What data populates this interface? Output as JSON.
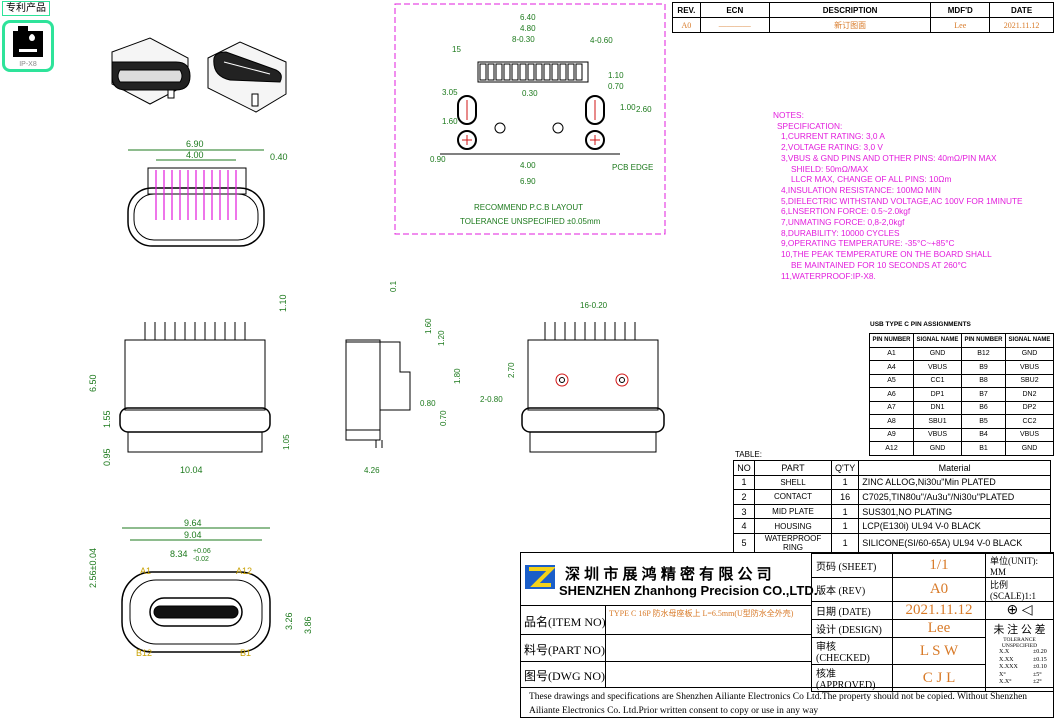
{
  "badge": {
    "label": "专利产品",
    "icon": "waterproof-ip-x8-icon",
    "color": "#2ee39a"
  },
  "revision_table": {
    "headers": [
      "REV.",
      "ECN",
      "DESCRIPTION",
      "MDF'D",
      "DATE"
    ],
    "rows": [
      {
        "rev": "A0",
        "ecn": "————",
        "description": "新订图面",
        "mdfd": "Lee",
        "date": "2021.11.12"
      }
    ]
  },
  "views": {
    "front_dims": [
      "6.90",
      "4.00",
      "0.40"
    ],
    "pcb_dims": [
      "6.40",
      "4.80",
      "8-0.30",
      "4-0.60",
      "15",
      "1.10",
      "0.70",
      "3.05",
      "0.30",
      "1.60",
      "1.00",
      "2.60",
      "0.90",
      "4.00",
      "6.90"
    ],
    "pcb_edge": "PCB EDGE",
    "layout_title": "RECOMMEND P.C.B LAYOUT",
    "tolerance": "TOLERANCE UNSPECIFIED ±0.05mm",
    "side_dims": [
      "1.10",
      "6.50",
      "1.55",
      "0.95",
      "10.04"
    ],
    "profile_dims": [
      "0.1",
      "1.60",
      "1.20",
      "1.80",
      "0.80",
      "1.05",
      "0.70",
      "4.26"
    ],
    "rear_dims": [
      "16-0.20",
      "2.70",
      "2-0.80"
    ],
    "bottom_dims": [
      "9.64",
      "9.04",
      "8.34",
      "+0.06",
      "-0.02",
      "2.56±0.04",
      "3.26",
      "3.86",
      "A1",
      "A12",
      "B12",
      "B1"
    ]
  },
  "notes": {
    "title": "NOTES:",
    "lines": [
      "SPECIFICATION:",
      "1,CURRENT RATING: 3,0 A",
      "2,VOLTAGE RATING: 3,0 V",
      "3,VBUS & GND PINS AND OTHER PINS: 40mΩ/PIN MAX",
      "SHIELD: 50mΩ/MAX",
      "LLCR MAX, CHANGE OF ALL PINS: 10Ωm",
      "4,INSULATION RESISTANCE:  100MΩ MIN",
      "5,DIELECTRIC WITHSTAND VOLTAGE,AC 100V FOR 1MINUTE",
      "6,LNSERTION FORCE: 0.5~2.0kgf",
      "7,UNMATING FORCE: 0,8-2,0kgf",
      "8,DURABILITY: 10000 CYCLES",
      "9,OPERATING TEMPERATURE: -35°C~+85°C",
      "10,THE PEAK TEMPERATURE ON THE BOARD SHALL",
      "BE MAINTAINED FOR 10 SECONDS AT 260°C",
      "11,WATERPROOF:IP-X8."
    ],
    "color": "#e21cdc"
  },
  "pin_table": {
    "title": "USB TYPE C PIN ASSIGNMENTS",
    "headers": [
      "PIN NUMBER",
      "SIGNAL NAME",
      "PIN NUMBER",
      "SIGNAL NAME"
    ],
    "rows": [
      [
        "A1",
        "GND",
        "B12",
        "GND"
      ],
      [
        "A4",
        "VBUS",
        "B9",
        "VBUS"
      ],
      [
        "A5",
        "CC1",
        "B8",
        "SBU2"
      ],
      [
        "A6",
        "DP1",
        "B7",
        "DN2"
      ],
      [
        "A7",
        "DN1",
        "B6",
        "DP2"
      ],
      [
        "A8",
        "SBU1",
        "B5",
        "CC2"
      ],
      [
        "A9",
        "VBUS",
        "B4",
        "VBUS"
      ],
      [
        "A12",
        "GND",
        "B1",
        "GND"
      ]
    ]
  },
  "bom": {
    "title": "TABLE:",
    "headers": [
      "NO",
      "PART",
      "Q'TY",
      "Material"
    ],
    "rows": [
      [
        "1",
        "SHELL",
        "1",
        "ZINC  ALLOG,Ni30u\"Min  PLATED"
      ],
      [
        "2",
        "CONTACT",
        "16",
        "C7025,TIN80u\"/Au3u\"/Ni30u\"PLATED"
      ],
      [
        "3",
        "MID PLATE",
        "1",
        "SUS301,NO  PLATING"
      ],
      [
        "4",
        "HOUSING",
        "1",
        "LCP(E130i)  UL94  V-0  BLACK"
      ],
      [
        "5",
        "WATERPROOF RING",
        "1",
        "SILICONE(SI/60-65A)  UL94  V-0  BLACK"
      ]
    ]
  },
  "title_block": {
    "company_cn": "深 圳 市 展 鸿 精 密 有 限 公 司",
    "company_en": "SHENZHEN Zhanhong Precision CO.,LTD.",
    "item_label": "品名(ITEM NO)",
    "item_value": "TYPE C 16P 防水母座板上 L=6.5mm(U型防水全外壳)",
    "part_label": "料号(PART NO)",
    "dwg_label": "图号(DWG NO)",
    "sheet_label": "页码 (SHEET)",
    "sheet_value": "1/1",
    "unit_label": "单位(UNIT): MM",
    "rev_label": "版本 (REV)",
    "rev_value": "A0",
    "scale_label": "比例(SCALE)1:1",
    "date_label": "日期 (DATE)",
    "date_value": "2021.11.12",
    "design_label": "设计 (DESIGN)",
    "design_value": "Lee",
    "checked_label": "审核 (CHECKED)",
    "checked_value": "L S W",
    "approved_label": "核准 (APPROVED)",
    "approved_value": "C J L",
    "tol_title": "未 注 公 差",
    "tol_subtitle": "TOLERANCE UNSPECIFIED",
    "tolerances": [
      [
        "X.X",
        "±0.20"
      ],
      [
        "X.XX",
        "±0.15"
      ],
      [
        "X.XXX",
        "±0.10"
      ],
      [
        "X°",
        "±5°"
      ],
      [
        "X.X°",
        "±2°"
      ]
    ],
    "disclaimer": "These drawings and specifications are Shenzhen Ailiante Electronics Co Ltd.The property should not be copied. Without Shenzhen Ailiante Electronics Co. Ltd.Prior written consent to copy or use in any way"
  }
}
